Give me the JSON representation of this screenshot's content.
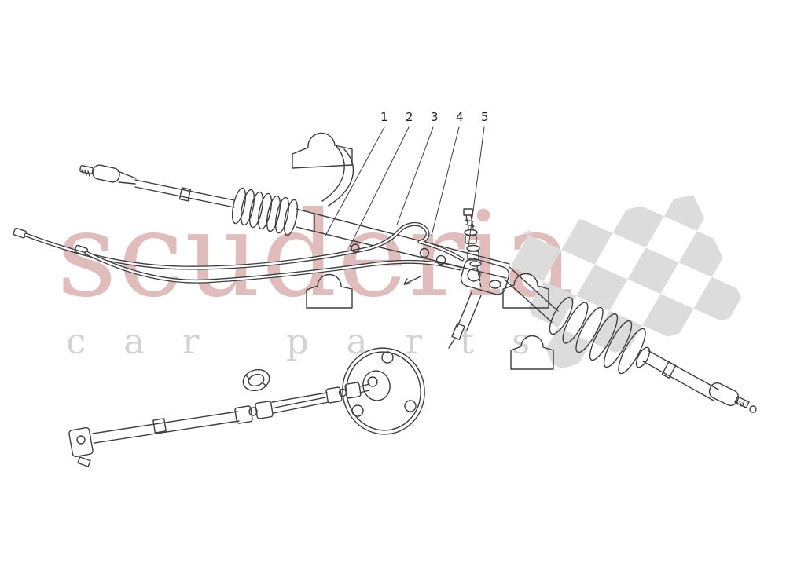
{
  "watermark": {
    "brand": "scuderia",
    "tagline": "car parts",
    "brand_color": "#c98686",
    "tagline_color": "#d3d3d3",
    "flag_color": "#dcdcdc"
  },
  "callouts": [
    {
      "label": "1"
    },
    {
      "label": "2"
    },
    {
      "label": "3"
    },
    {
      "label": "4"
    },
    {
      "label": "5"
    }
  ]
}
